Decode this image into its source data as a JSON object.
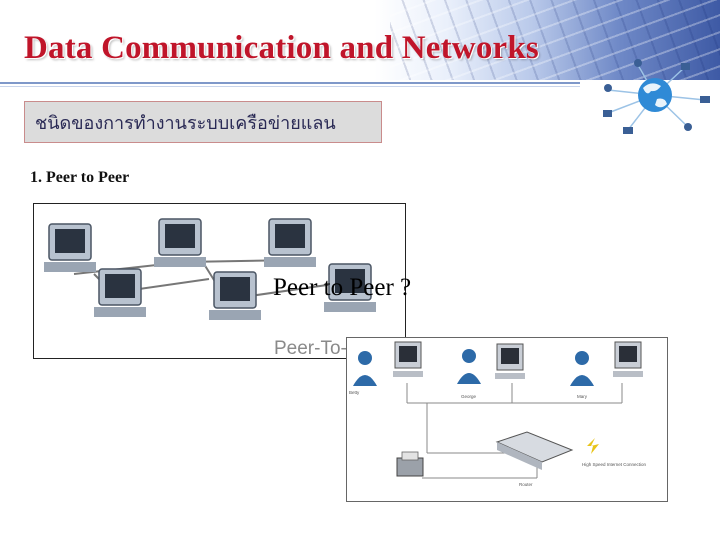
{
  "header": {
    "title": "Data Communication and Networks"
  },
  "section": {
    "subtitle": "ชนิดของการทำงานระบบเครือข่ายแลน",
    "point": "1. Peer to Peer"
  },
  "figure_top": {
    "caption_partial": "Peer-To-"
  },
  "overlay_text": "Peer to Peer ?",
  "figure_bottom": {
    "labels": [
      "Betty",
      "George",
      "Mary",
      "Router",
      "High Speed Internet Connection"
    ]
  },
  "colors": {
    "title": "#c0152a",
    "subtitle_bg": "#dcdcdc",
    "banner_blue": "#3e5aa5"
  }
}
